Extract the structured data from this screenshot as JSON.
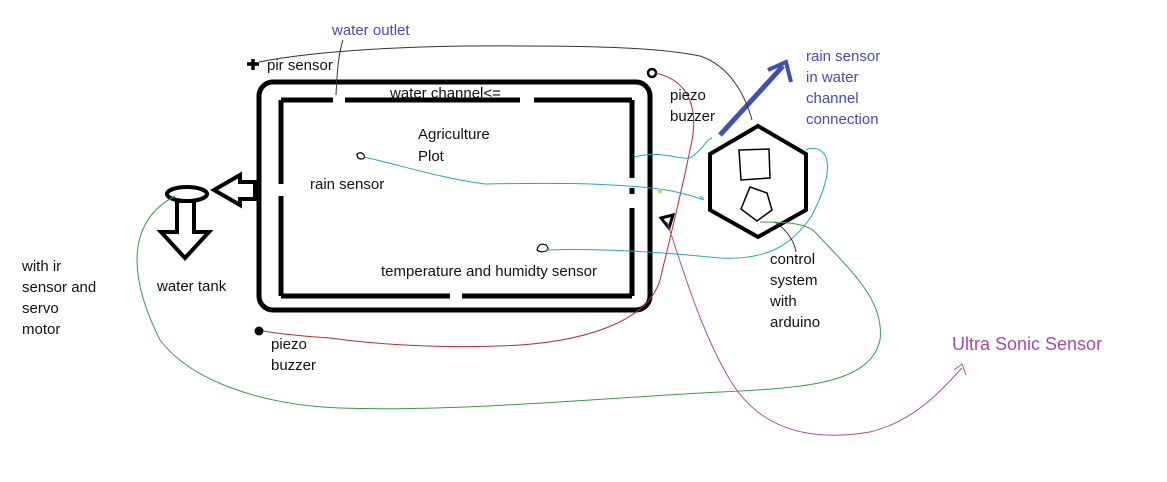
{
  "labels": {
    "water_outlet": "water outlet",
    "pir_sensor": "pir sensor",
    "water_channel": "water channel<=",
    "piezo_buzzer_top_1": "piezo",
    "piezo_buzzer_top_2": "buzzer",
    "rain_sensor_connection_1": "rain sensor",
    "rain_sensor_connection_2": "in water",
    "rain_sensor_connection_3": "channel",
    "rain_sensor_connection_4": "connection",
    "agriculture_plot_1": "Agriculture",
    "agriculture_plot_2": "Plot",
    "rain_sensor": "rain sensor",
    "ir_servo_1": "with ir",
    "ir_servo_2": "sensor and",
    "ir_servo_3": "servo",
    "ir_servo_4": "motor",
    "water_tank": "water tank",
    "temperature_humidity_sensor": "temperature and humidty sensor",
    "control_system_1": "control",
    "control_system_2": "system",
    "control_system_3": "with",
    "control_system_4": "arduino",
    "piezo_buzzer_bottom_1": "piezo",
    "piezo_buzzer_bottom_2": "buzzer",
    "ultrasonic_sensor": "Ultra Sonic Sensor"
  },
  "colors": {
    "outline": "#000000",
    "wire_black": "#333333",
    "wire_red": "#b03030",
    "wire_cyan": "#2aa3c0",
    "wire_green": "#3a9a4a",
    "wire_purple": "#a64ca6",
    "arrow_blue": "#3f4fb8",
    "label_blue": "#4a4ab3"
  }
}
